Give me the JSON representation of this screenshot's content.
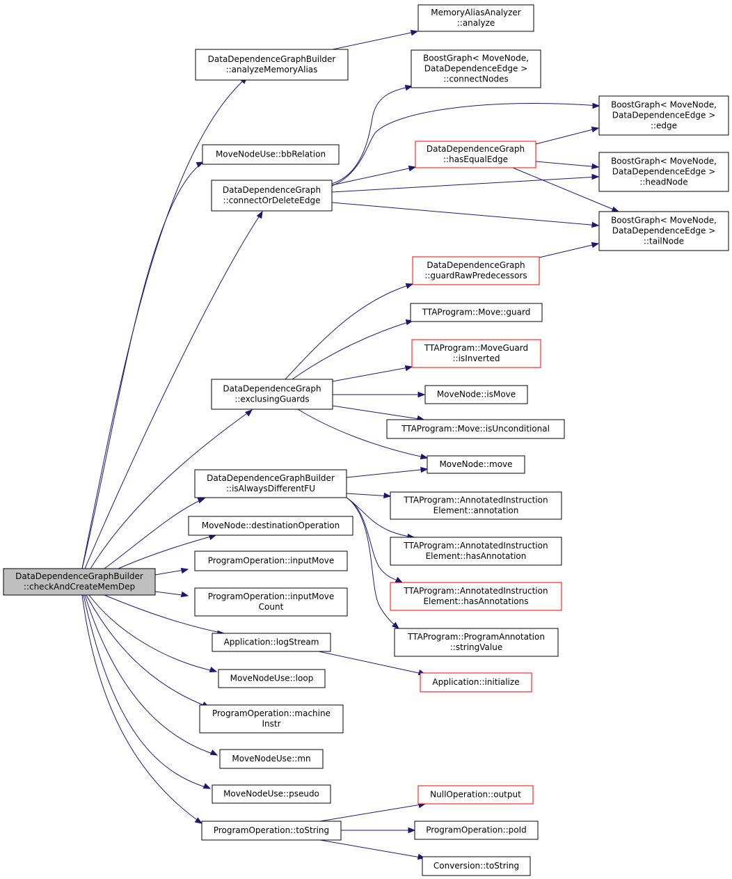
{
  "diagram": {
    "nodes": [
      {
        "id": "root",
        "lines": [
          "DataDependenceGraphBuilder",
          "::checkAndCreateMemDep"
        ],
        "style": "root"
      },
      {
        "id": "ddgb_ama",
        "lines": [
          "DataDependenceGraphBuilder",
          "::analyzeMemoryAlias"
        ],
        "style": "normal"
      },
      {
        "id": "maa_analyze",
        "lines": [
          "MemoryAliasAnalyzer",
          "::analyze"
        ],
        "style": "normal"
      },
      {
        "id": "mnu_bb",
        "lines": [
          "MoveNodeUse::bbRelation"
        ],
        "style": "normal"
      },
      {
        "id": "ddg_cod",
        "lines": [
          "DataDependenceGraph",
          "::connectOrDeleteEdge"
        ],
        "style": "normal"
      },
      {
        "id": "bg_connect",
        "lines": [
          "BoostGraph< MoveNode,",
          "DataDependenceEdge >",
          "::connectNodes"
        ],
        "style": "normal"
      },
      {
        "id": "bg_edge",
        "lines": [
          "BoostGraph< MoveNode,",
          "DataDependenceEdge >",
          "::edge"
        ],
        "style": "normal"
      },
      {
        "id": "ddg_hee",
        "lines": [
          "DataDependenceGraph",
          "::hasEqualEdge"
        ],
        "style": "red"
      },
      {
        "id": "bg_head",
        "lines": [
          "BoostGraph< MoveNode,",
          "DataDependenceEdge >",
          "::headNode"
        ],
        "style": "normal"
      },
      {
        "id": "bg_tail",
        "lines": [
          "BoostGraph< MoveNode,",
          "DataDependenceEdge >",
          "::tailNode"
        ],
        "style": "normal"
      },
      {
        "id": "ddg_grp",
        "lines": [
          "DataDependenceGraph",
          "::guardRawPredecessors"
        ],
        "style": "red"
      },
      {
        "id": "tta_move_guard",
        "lines": [
          "TTAProgram::Move::guard"
        ],
        "style": "normal"
      },
      {
        "id": "tta_mg_inv",
        "lines": [
          "TTAProgram::MoveGuard",
          "::isInverted"
        ],
        "style": "red"
      },
      {
        "id": "ddg_eg",
        "lines": [
          "DataDependenceGraph",
          "::exclusingGuards"
        ],
        "style": "normal"
      },
      {
        "id": "mn_ismove",
        "lines": [
          "MoveNode::isMove"
        ],
        "style": "normal"
      },
      {
        "id": "tta_move_uncond",
        "lines": [
          "TTAProgram::Move::isUnconditional"
        ],
        "style": "normal"
      },
      {
        "id": "ddgb_adfu",
        "lines": [
          "DataDependenceGraphBuilder",
          "::isAlwaysDifferentFU"
        ],
        "style": "normal"
      },
      {
        "id": "mn_move",
        "lines": [
          "MoveNode::move"
        ],
        "style": "normal"
      },
      {
        "id": "tta_aie_ann",
        "lines": [
          "TTAProgram::AnnotatedInstruction",
          "Element::annotation"
        ],
        "style": "normal"
      },
      {
        "id": "mn_destop",
        "lines": [
          "MoveNode::destinationOperation"
        ],
        "style": "normal"
      },
      {
        "id": "tta_aie_has",
        "lines": [
          "TTAProgram::AnnotatedInstruction",
          "Element::hasAnnotation"
        ],
        "style": "normal"
      },
      {
        "id": "po_inputmove",
        "lines": [
          "ProgramOperation::inputMove"
        ],
        "style": "normal"
      },
      {
        "id": "tta_aie_hass",
        "lines": [
          "TTAProgram::AnnotatedInstruction",
          "Element::hasAnnotations"
        ],
        "style": "red"
      },
      {
        "id": "po_inputmovecount",
        "lines": [
          "ProgramOperation::inputMove",
          "Count"
        ],
        "style": "normal"
      },
      {
        "id": "tta_pa_sv",
        "lines": [
          "TTAProgram::ProgramAnnotation",
          "::stringValue"
        ],
        "style": "normal"
      },
      {
        "id": "app_log",
        "lines": [
          "Application::logStream"
        ],
        "style": "normal"
      },
      {
        "id": "app_init",
        "lines": [
          "Application::initialize"
        ],
        "style": "red"
      },
      {
        "id": "mnu_loop",
        "lines": [
          "MoveNodeUse::loop"
        ],
        "style": "normal"
      },
      {
        "id": "po_machine",
        "lines": [
          "ProgramOperation::machine",
          "Instr"
        ],
        "style": "normal"
      },
      {
        "id": "mnu_mn",
        "lines": [
          "MoveNodeUse::mn"
        ],
        "style": "normal"
      },
      {
        "id": "mnu_pseudo",
        "lines": [
          "MoveNodeUse::pseudo"
        ],
        "style": "normal"
      },
      {
        "id": "nullop_output",
        "lines": [
          "NullOperation::output"
        ],
        "style": "red"
      },
      {
        "id": "po_tostring",
        "lines": [
          "ProgramOperation::toString"
        ],
        "style": "normal"
      },
      {
        "id": "po_poid",
        "lines": [
          "ProgramOperation::poId"
        ],
        "style": "normal"
      },
      {
        "id": "conv_tostring",
        "lines": [
          "Conversion::toString"
        ],
        "style": "normal"
      }
    ],
    "edges": [
      {
        "from": "root",
        "to": "ddgb_ama"
      },
      {
        "from": "root",
        "to": "mnu_bb"
      },
      {
        "from": "root",
        "to": "ddg_cod"
      },
      {
        "from": "root",
        "to": "ddg_eg"
      },
      {
        "from": "root",
        "to": "ddgb_adfu"
      },
      {
        "from": "root",
        "to": "mn_destop"
      },
      {
        "from": "root",
        "to": "po_inputmove"
      },
      {
        "from": "root",
        "to": "po_inputmovecount"
      },
      {
        "from": "root",
        "to": "app_log"
      },
      {
        "from": "root",
        "to": "mnu_loop"
      },
      {
        "from": "root",
        "to": "po_machine"
      },
      {
        "from": "root",
        "to": "mnu_mn"
      },
      {
        "from": "root",
        "to": "mnu_pseudo"
      },
      {
        "from": "root",
        "to": "po_tostring"
      },
      {
        "from": "ddgb_ama",
        "to": "maa_analyze"
      },
      {
        "from": "ddg_cod",
        "to": "bg_connect"
      },
      {
        "from": "ddg_cod",
        "to": "bg_edge"
      },
      {
        "from": "ddg_cod",
        "to": "ddg_hee"
      },
      {
        "from": "ddg_cod",
        "to": "bg_head"
      },
      {
        "from": "ddg_cod",
        "to": "bg_tail"
      },
      {
        "from": "ddg_hee",
        "to": "bg_edge"
      },
      {
        "from": "ddg_hee",
        "to": "bg_head"
      },
      {
        "from": "ddg_hee",
        "to": "bg_tail"
      },
      {
        "from": "ddg_grp",
        "to": "bg_tail"
      },
      {
        "from": "ddg_eg",
        "to": "ddg_grp"
      },
      {
        "from": "ddg_eg",
        "to": "tta_move_guard"
      },
      {
        "from": "ddg_eg",
        "to": "tta_mg_inv"
      },
      {
        "from": "ddg_eg",
        "to": "mn_ismove"
      },
      {
        "from": "ddg_eg",
        "to": "tta_move_uncond"
      },
      {
        "from": "ddg_eg",
        "to": "mn_move"
      },
      {
        "from": "ddgb_adfu",
        "to": "mn_move"
      },
      {
        "from": "ddgb_adfu",
        "to": "tta_aie_ann"
      },
      {
        "from": "ddgb_adfu",
        "to": "tta_aie_has"
      },
      {
        "from": "ddgb_adfu",
        "to": "tta_aie_hass"
      },
      {
        "from": "ddgb_adfu",
        "to": "tta_pa_sv"
      },
      {
        "from": "app_log",
        "to": "app_init"
      },
      {
        "from": "po_tostring",
        "to": "nullop_output"
      },
      {
        "from": "po_tostring",
        "to": "po_poid"
      },
      {
        "from": "po_tostring",
        "to": "conv_tostring"
      }
    ]
  }
}
